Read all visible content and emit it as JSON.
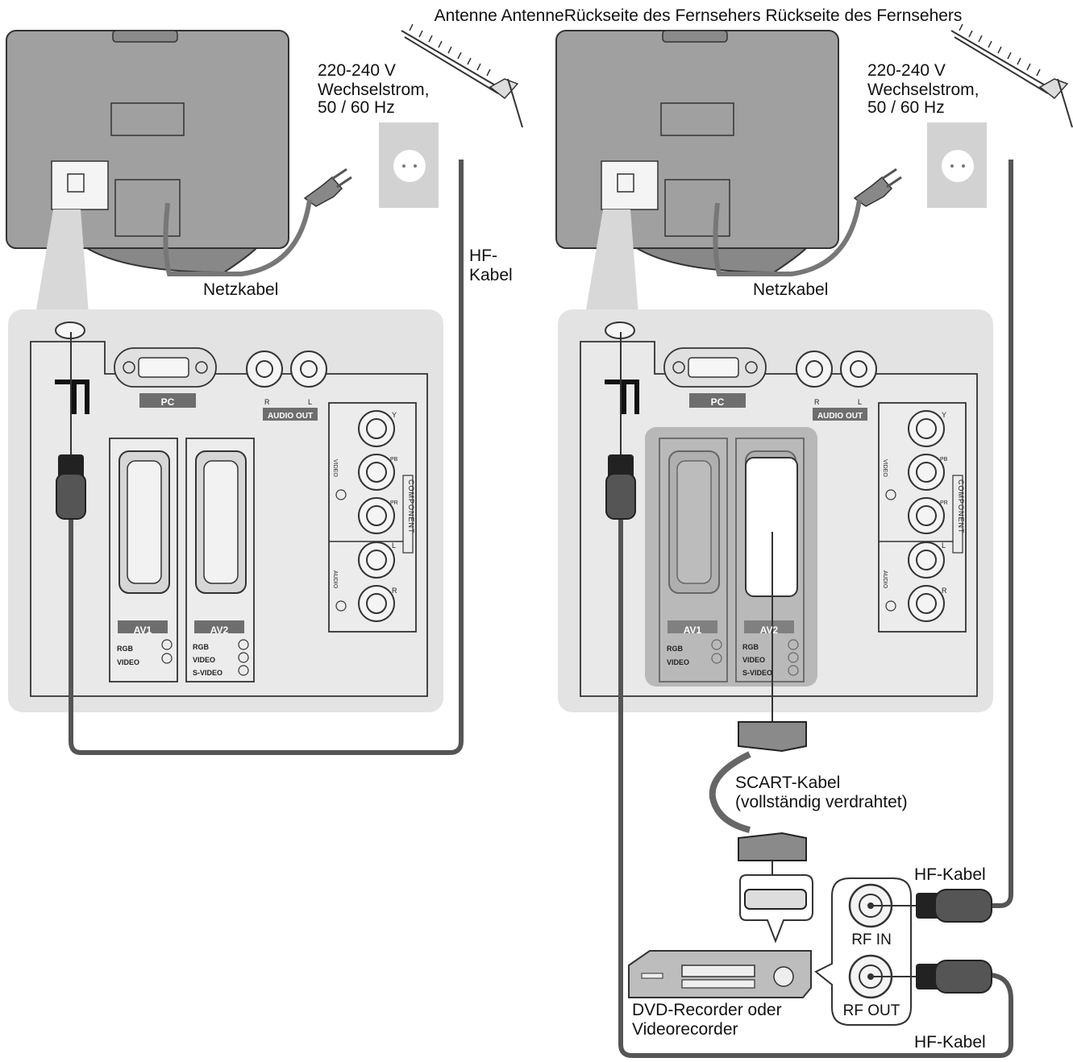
{
  "header": {
    "title": "Antenne AntenneRückseite des Fernsehers Rückseite des Fernsehers"
  },
  "left": {
    "power": {
      "line1": "220-240 V",
      "line2": "Wechselstrom,",
      "line3": "50 / 60 Hz"
    },
    "power_cable": "Netzkabel",
    "hf_cable_line1": "HF-",
    "hf_cable_line2": "Kabel"
  },
  "right": {
    "power": {
      "line1": "220-240 V",
      "line2": "Wechselstrom,",
      "line3": "50 / 60 Hz"
    },
    "power_cable": "Netzkabel",
    "scart_line1": "SCART-Kabel",
    "scart_line2": "(vollständig verdrahtet)",
    "hf_cable_top": "HF-Kabel",
    "hf_cable_bottom": "HF-Kabel",
    "rf_in": "RF IN",
    "rf_out": "RF OUT",
    "recorder_line1": "DVD-Recorder oder",
    "recorder_line2": "Videorecorder"
  },
  "panel": {
    "pc": "PC",
    "audio_out": "AUDIO OUT",
    "r": "R",
    "l": "L",
    "y": "Y",
    "pb": "PB",
    "pr": "PR",
    "video": "VIDEO",
    "audio": "AUDIO",
    "component": "COMPONENT",
    "av1": "AV1",
    "av2": "AV2",
    "rgb": "RGB",
    "video_label": "VIDEO",
    "svideo": "S-VIDEO"
  }
}
